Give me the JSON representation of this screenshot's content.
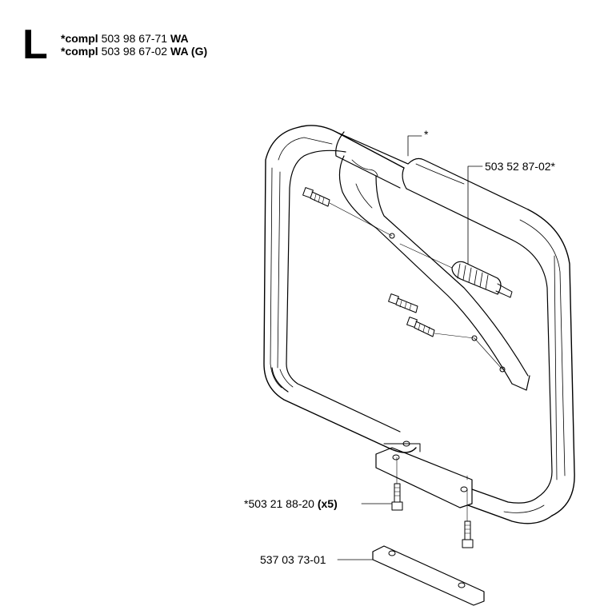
{
  "header": {
    "section_letter": "L",
    "lines": [
      {
        "prefix": "*compl",
        "number": "503 98 67-71",
        "suffix": "WA"
      },
      {
        "prefix": "*compl",
        "number": "503 98 67-02",
        "suffix": "WA (G)"
      }
    ]
  },
  "callouts": {
    "grip_marker": "*",
    "vibration_damper": "503 52 87-02*",
    "screw_number": "*503 21 88-20",
    "screw_qty": "(x5)",
    "plate": "537 03 73-01"
  }
}
